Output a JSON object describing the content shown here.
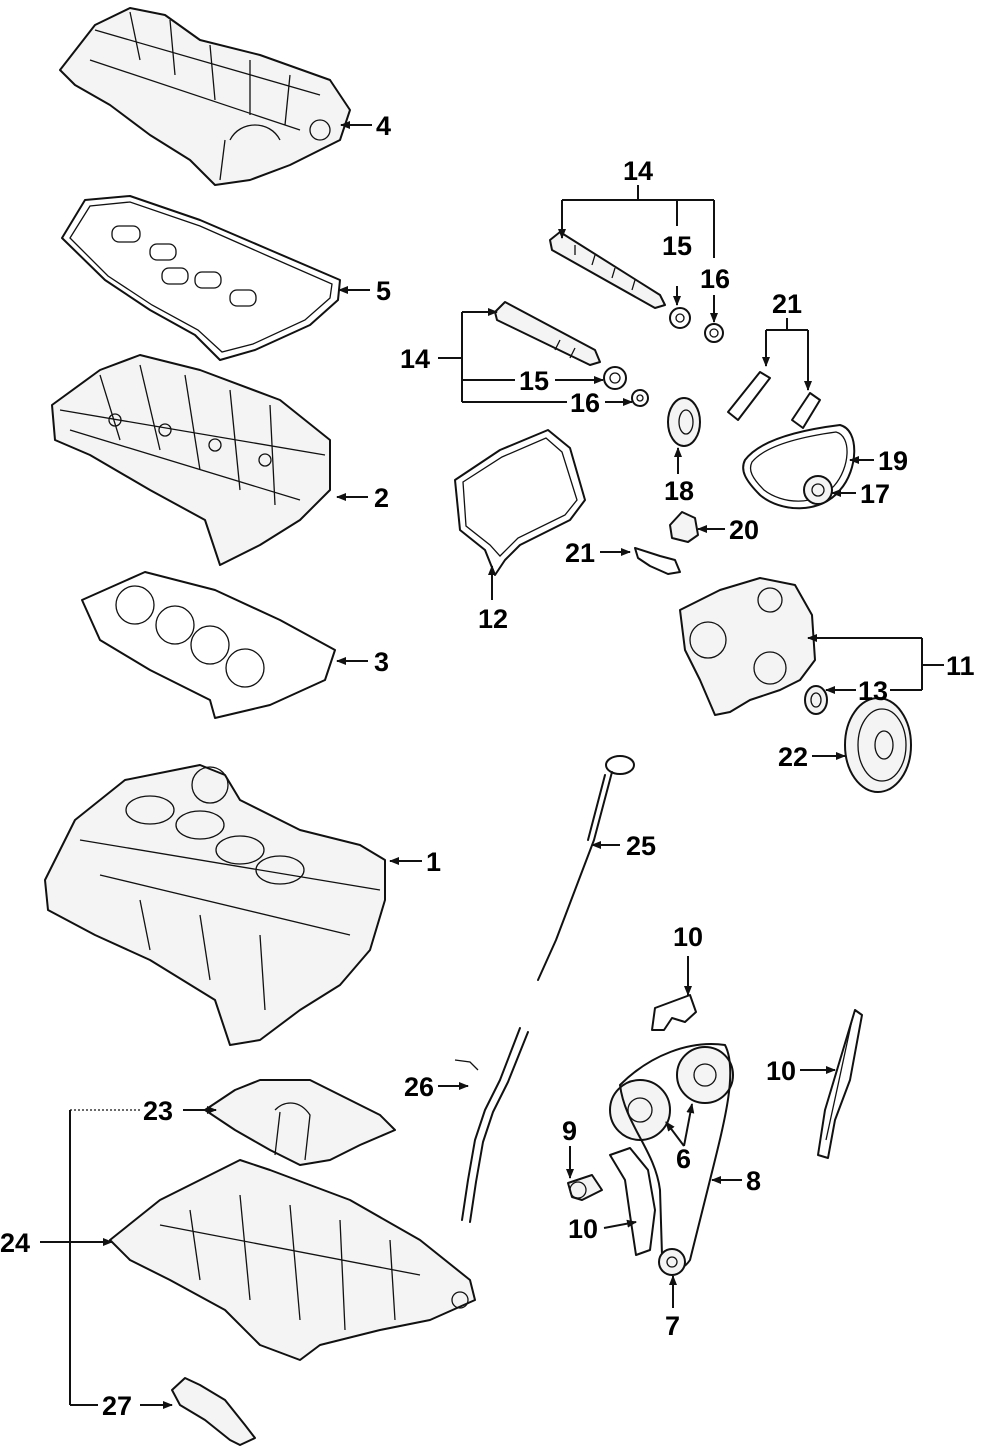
{
  "callouts": {
    "c1": "1",
    "c2": "2",
    "c3": "3",
    "c4": "4",
    "c5": "5",
    "c6": "6",
    "c7": "7",
    "c8": "8",
    "c9": "9",
    "c10a": "10",
    "c10b": "10",
    "c10c": "10",
    "c11": "11",
    "c12": "12",
    "c13": "13",
    "c14a": "14",
    "c14b": "14",
    "c15a": "15",
    "c15b": "15",
    "c16a": "16",
    "c16b": "16",
    "c17": "17",
    "c18": "18",
    "c19": "19",
    "c20": "20",
    "c21a": "21",
    "c21b": "21",
    "c22": "22",
    "c23": "23",
    "c24": "24",
    "c25": "25",
    "c26": "26",
    "c27": "27"
  }
}
